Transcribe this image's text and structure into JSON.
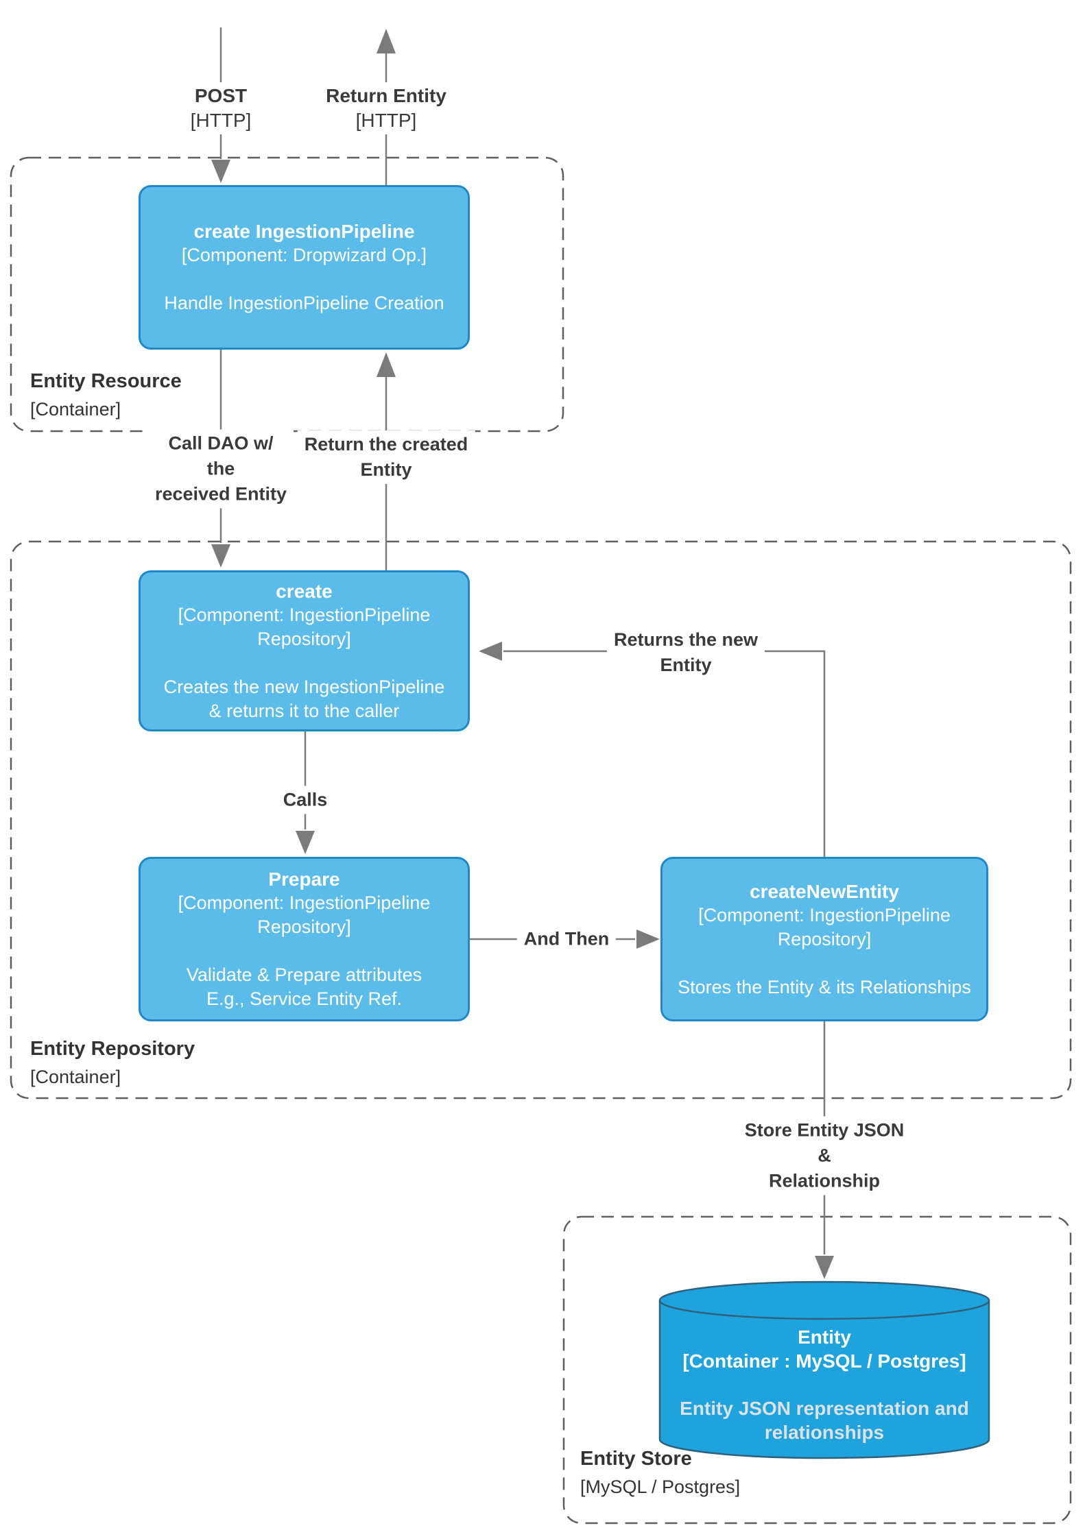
{
  "colors": {
    "box_fill": "#5bbce9",
    "box_border": "#1f88c8",
    "cylinder_fill": "#1fa3dc",
    "cylinder_border": "#2f617c",
    "arrow_line": "#7b7b7b",
    "boundary_dash": "#5e5e5e",
    "edge_label_text": "#3a3a3a",
    "box_text": "#ffffff",
    "cylinder_desc_text": "#dce1e3"
  },
  "flows": {
    "post": {
      "title": "POST",
      "protocol": "[HTTP]"
    },
    "return_entity": {
      "title": "Return Entity",
      "protocol": "[HTTP]"
    }
  },
  "edges": {
    "call_dao": "Call DAO w/\nthe\nreceived Entity",
    "return_created": "Return the created\nEntity",
    "calls": "Calls",
    "and_then": "And Then",
    "returns_new": "Returns the new\nEntity",
    "store_json": "Store Entity JSON\n&\nRelationship"
  },
  "boundaries": {
    "resource": {
      "name": "Entity Resource",
      "type": "[Container]"
    },
    "repository": {
      "name": "Entity Repository",
      "type": "[Container]"
    },
    "store": {
      "name": "Entity Store",
      "type": "[MySQL / Postgres]"
    }
  },
  "nodes": {
    "create_ingestion_pipeline": {
      "title": "create IngestionPipeline",
      "component": "[Component: Dropwizard Op.]",
      "description": "Handle IngestionPipeline Creation"
    },
    "create": {
      "title": "create",
      "component": "[Component: IngestionPipeline\nRepository]",
      "description": "Creates the new IngestionPipeline\n& returns it to the caller"
    },
    "prepare": {
      "title": "Prepare",
      "component": "[Component: IngestionPipeline\nRepository]",
      "description": "Validate & Prepare attributes\nE.g., Service Entity Ref."
    },
    "create_new_entity": {
      "title": "createNewEntity",
      "component": "[Component: IngestionPipeline\nRepository]",
      "description": "Stores the Entity & its Relationships"
    },
    "entity_db": {
      "title": "Entity\n[Container : MySQL / Postgres]",
      "description": "Entity JSON representation and\nrelationships"
    }
  }
}
